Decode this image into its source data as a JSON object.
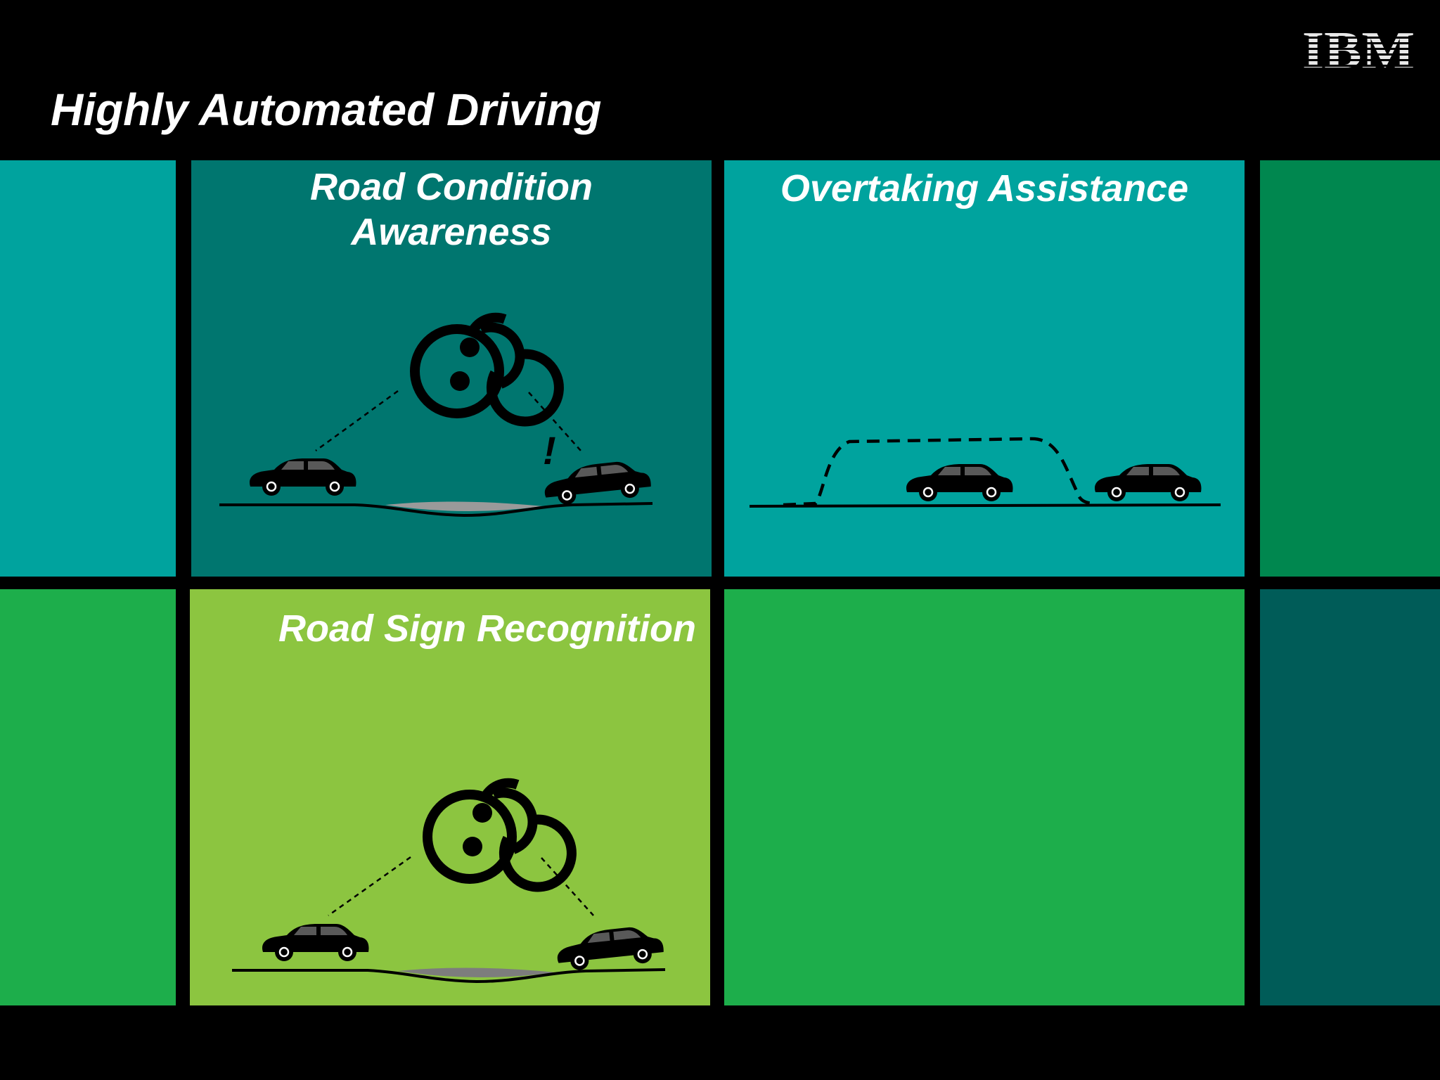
{
  "slide": {
    "title": "Highly Automated Driving",
    "logo_text": "IBM",
    "logo_icon": "ibm-striped-logo"
  },
  "colors": {
    "background": "#000000",
    "teal": "#00A39E",
    "dark_teal": "#00766F",
    "deep_teal": "#005C58",
    "green": "#00874F",
    "bright_green": "#1DAE4B",
    "lime": "#8CC540",
    "text": "#FFFFFF",
    "icon": "#000000",
    "puddle": "#9A9A9A"
  },
  "tiles": {
    "road_condition": {
      "title_line1": "Road Condition",
      "title_line2": "Awareness",
      "warning_mark": "!",
      "icons": [
        "cloud-network-icon",
        "car-icon",
        "car-icon",
        "road-icon",
        "puddle-icon"
      ]
    },
    "overtaking": {
      "title": "Overtaking Assistance",
      "icons": [
        "car-icon",
        "car-icon",
        "overtaking-path-icon",
        "road-icon"
      ]
    },
    "road_sign": {
      "title": "Road Sign Recognition",
      "icons": [
        "cloud-network-icon",
        "car-icon",
        "car-icon",
        "road-icon",
        "puddle-icon"
      ]
    }
  }
}
